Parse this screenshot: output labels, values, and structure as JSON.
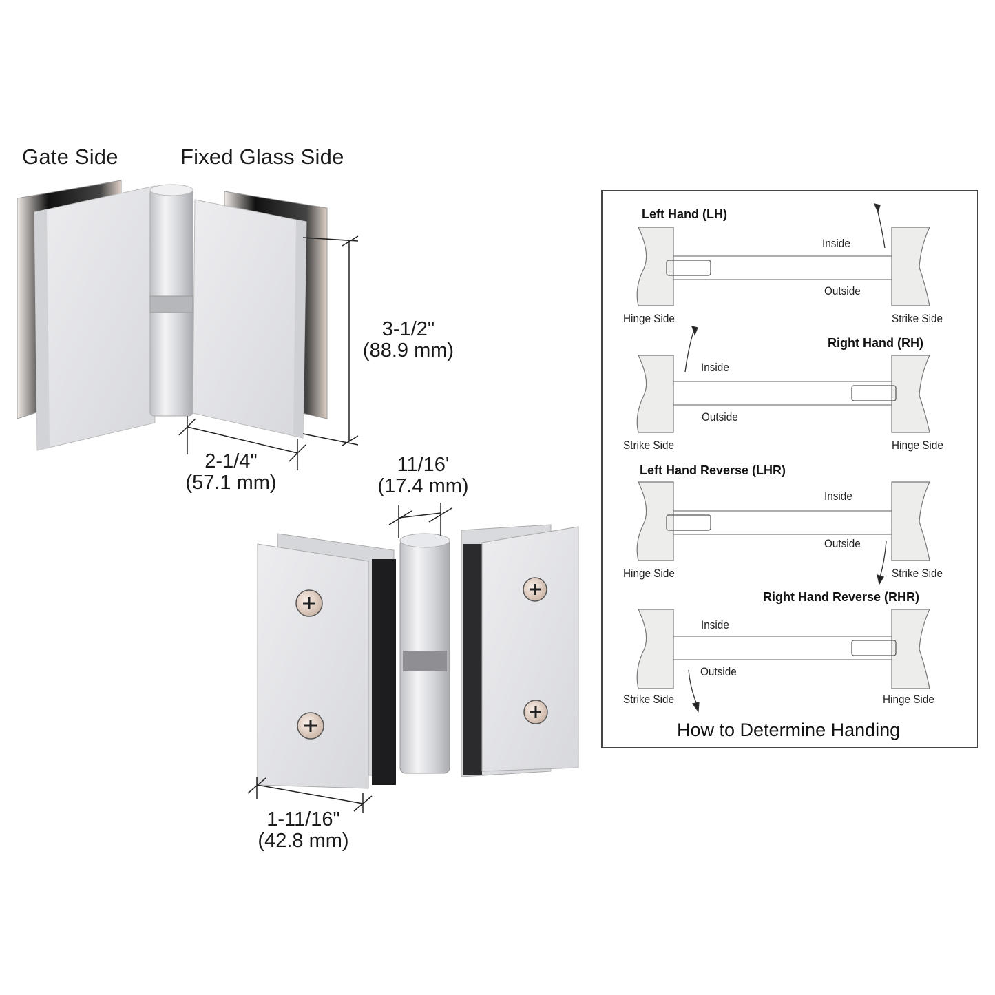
{
  "product_labels": {
    "gate_side": "Gate Side",
    "fixed_glass_side": "Fixed Glass Side"
  },
  "dimensions": {
    "height": {
      "imperial": "3-1/2\"",
      "metric": "(88.9 mm)"
    },
    "width": {
      "imperial": "2-1/4\"",
      "metric": "(57.1 mm)"
    },
    "knuckle": {
      "imperial": "11/16'",
      "metric": "(17.4 mm)"
    },
    "plate_width": {
      "imperial": "1-11/16\"",
      "metric": "(42.8 mm)"
    }
  },
  "handing_diagram": {
    "caption": "How to Determine Handing",
    "panels": [
      {
        "title": "Left Hand (LH)",
        "inside": "Inside",
        "outside": "Outside",
        "left_label": "Hinge Side",
        "right_label": "Strike Side"
      },
      {
        "title": "Right Hand (RH)",
        "inside": "Inside",
        "outside": "Outside",
        "left_label": "Strike Side",
        "right_label": "Hinge Side"
      },
      {
        "title": "Left Hand Reverse (LHR)",
        "inside": "Inside",
        "outside": "Outside",
        "left_label": "Hinge Side",
        "right_label": "Strike Side"
      },
      {
        "title": "Right Hand Reverse (RHR)",
        "inside": "Inside",
        "outside": "Outside",
        "left_label": "Strike Side",
        "right_label": "Hinge Side"
      }
    ]
  },
  "colors": {
    "metal_light": "#e4e5e8",
    "metal_mid": "#c9cbcf",
    "metal_dark": "#1c1c1e",
    "screw": "#e8d6c8",
    "frame": "#444444"
  }
}
